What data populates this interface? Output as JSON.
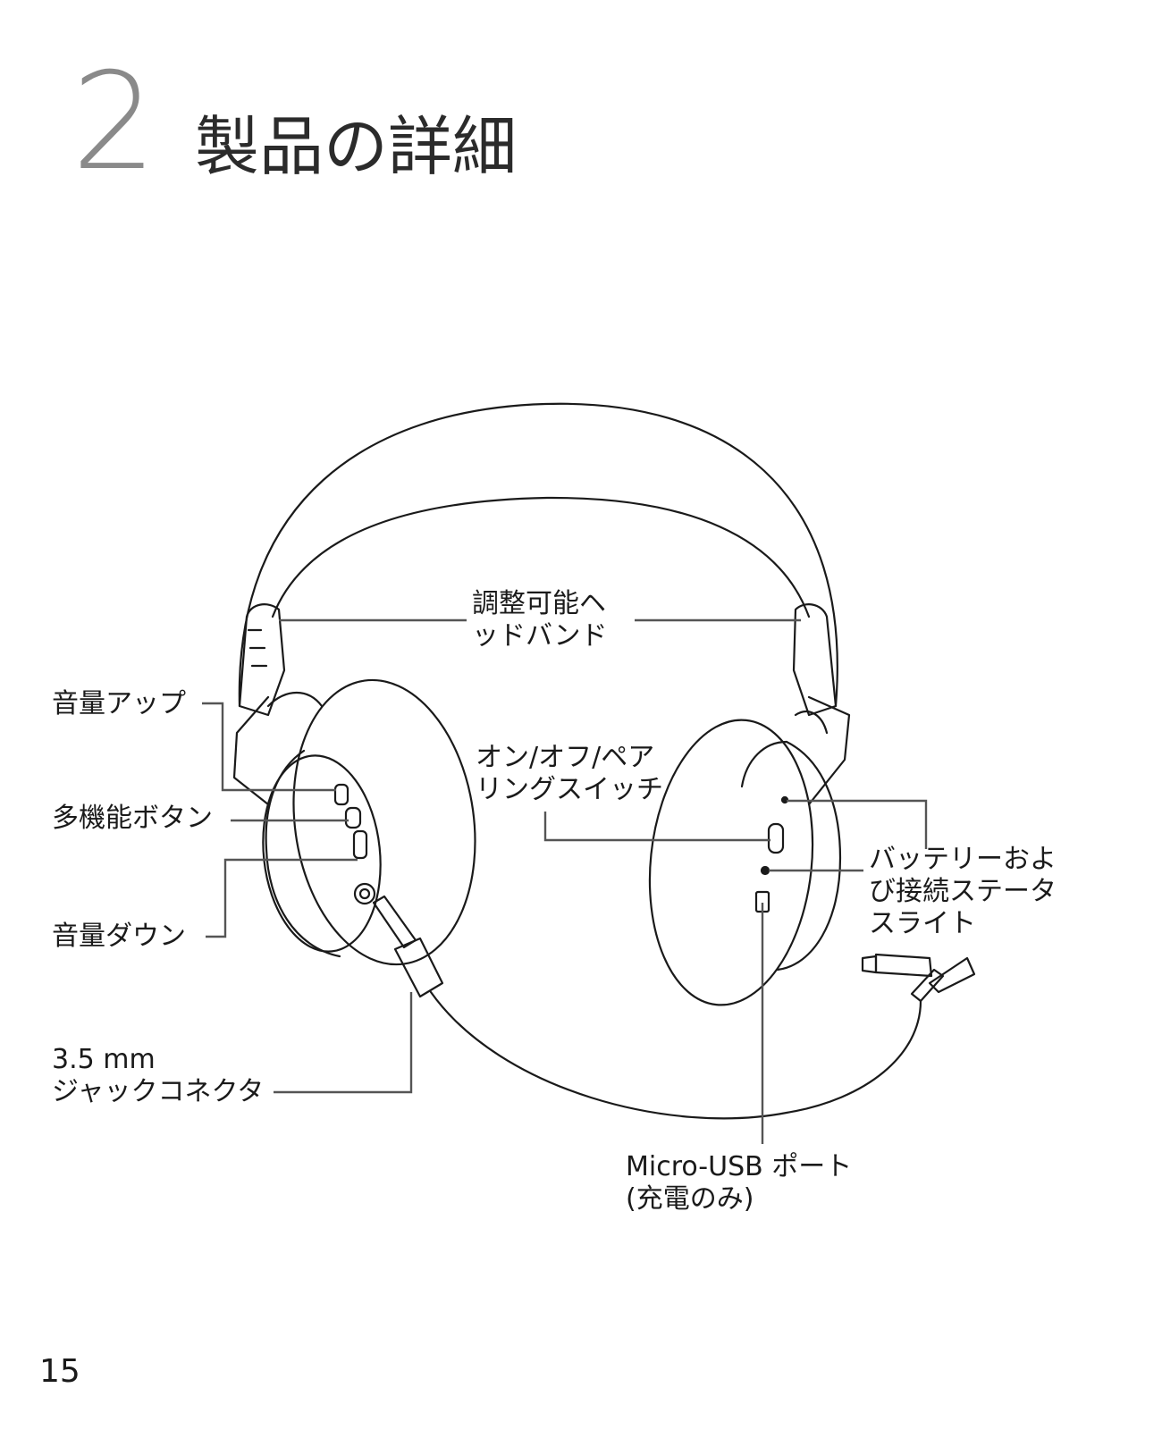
{
  "chapter": {
    "number": "2",
    "title": "製品の詳細"
  },
  "labels": {
    "headband": [
      "調整可能ヘ",
      "ッドバンド"
    ],
    "volume_up": [
      "音量アップ"
    ],
    "multifunction": [
      "多機能ボタン"
    ],
    "volume_down": [
      "音量ダウン"
    ],
    "jack": [
      "3.5 mm",
      "ジャックコネクタ"
    ],
    "switch": [
      "オン/オフ/ペア",
      "リングスイッチ"
    ],
    "status_light": [
      "バッテリーおよ",
      "び接続ステータ",
      "スライト"
    ],
    "usb": [
      "Micro-USB ポート",
      "(充電のみ)"
    ]
  },
  "page_number": "15"
}
